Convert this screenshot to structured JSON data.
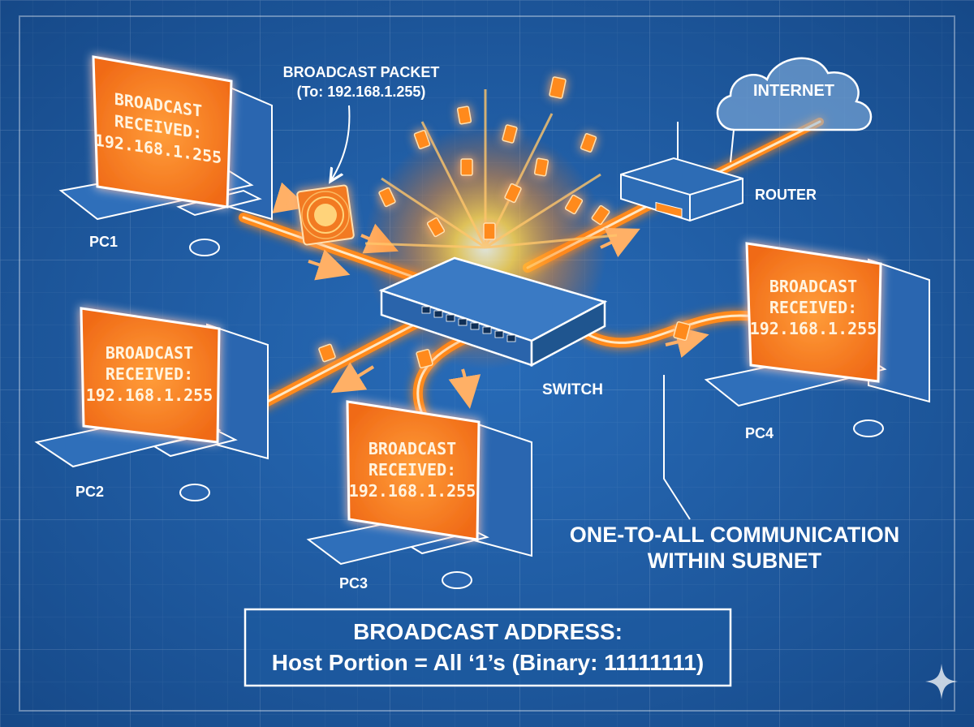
{
  "packet_label": {
    "line1": "BROADCAST PACKET",
    "line2": "(To: 192.168.1.255)"
  },
  "internet": {
    "label": "INTERNET"
  },
  "router": {
    "label": "ROUTER"
  },
  "switch": {
    "label": "SWITCH"
  },
  "pcs": [
    {
      "label": "PC1",
      "screen": [
        "BROADCAST",
        "RECEIVED:",
        "192.168.1.255"
      ]
    },
    {
      "label": "PC2",
      "screen": [
        "BROADCAST",
        "RECEIVED:",
        "192.168.1.255"
      ]
    },
    {
      "label": "PC3",
      "screen": [
        "BROADCAST",
        "RECEIVED:",
        "192.168.1.255"
      ]
    },
    {
      "label": "PC4",
      "screen": [
        "BROADCAST",
        "RECEIVED:",
        "192.168.1.255"
      ]
    }
  ],
  "note": {
    "line1": "ONE-TO-ALL COMMUNICATION",
    "line2": "WITHIN SUBNET"
  },
  "caption": {
    "line1": "BROADCAST ADDRESS:",
    "line2": "Host Portion = All ‘1’s (Binary: 11111111)"
  },
  "colors": {
    "background": "#1f5fa8",
    "glow": "#ff8a1e",
    "line": "#ffffff"
  },
  "icons": [
    "cloud-icon",
    "router-icon",
    "switch-icon",
    "computer-icon",
    "packet-icon",
    "sparkle-icon"
  ]
}
